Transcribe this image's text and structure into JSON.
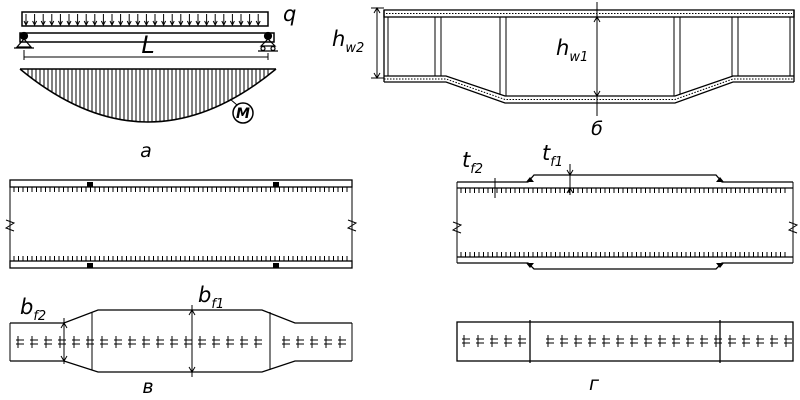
{
  "labels": {
    "q": "q",
    "L": "L",
    "M": "M",
    "hw2": {
      "base": "h",
      "sub": "w2"
    },
    "hw1": {
      "base": "h",
      "sub": "w1"
    },
    "tf2": {
      "base": "t",
      "sub": "f2"
    },
    "tf1": {
      "base": "t",
      "sub": "f1"
    },
    "bf2": {
      "base": "b",
      "sub": "f2"
    },
    "bf1": {
      "base": "b",
      "sub": "f1"
    }
  },
  "captions": {
    "a": "а",
    "b": "б",
    "v": "в",
    "g": "г"
  }
}
